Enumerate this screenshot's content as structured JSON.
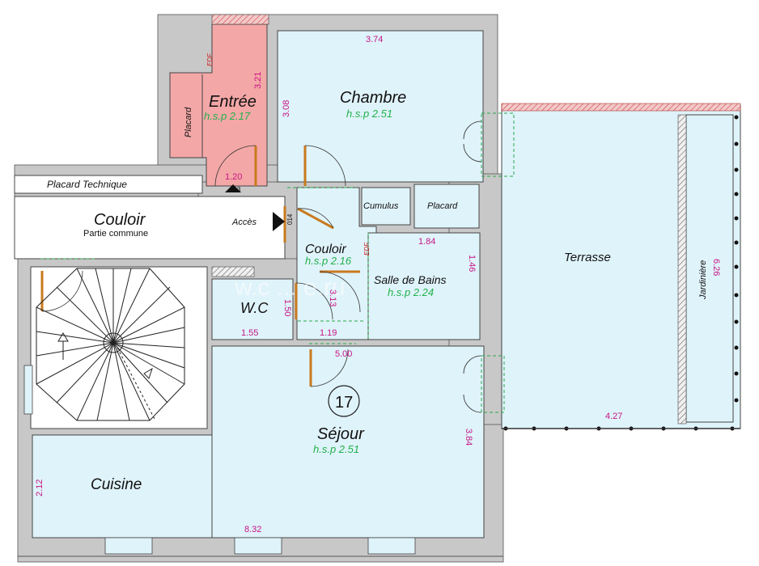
{
  "rooms": {
    "entree": {
      "name": "Entrée",
      "hsp": "h.s.p 2.17",
      "placard": "Placard",
      "edf": "EDF",
      "width_dim": "1.20",
      "height_dim": "3.21",
      "code": "013"
    },
    "chambre": {
      "name": "Chambre",
      "hsp": "h.s.p 2.51",
      "width_dim": "3.74",
      "height_dim": "3.08"
    },
    "placard_technique": {
      "name": "Placard Technique"
    },
    "couloir_commun": {
      "name": "Couloir",
      "subtitle": "Partie commune",
      "acces": "Accès",
      "code": "014"
    },
    "cumulus": {
      "name": "Cumulus"
    },
    "placard": {
      "name": "Placard"
    },
    "couloir": {
      "name": "Couloir",
      "hsp": "h.s.p 2.16",
      "edf": "EDF",
      "height_dim": "3.13",
      "width_dim": "1.19"
    },
    "salle_de_bains": {
      "name": "Salle de Bains",
      "hsp": "h.s.p 2.24",
      "width_dim": "1.84",
      "height_dim": "1.46"
    },
    "wc": {
      "name": "W.C",
      "width_dim": "1.55",
      "height_dim": "1.50"
    },
    "terrasse": {
      "name": "Terrasse",
      "width_dim": "4.27"
    },
    "jardiniere": {
      "name": "Jardinière",
      "height_dim": "6.26"
    },
    "sejour": {
      "name": "Séjour",
      "hsp": "h.s.p 2.51",
      "number": "17",
      "width_dim": "5.00",
      "height_dim": "3.84"
    },
    "cuisine": {
      "name": "Cuisine",
      "height_dim": "2.12",
      "width_dim": "8.32"
    }
  },
  "watermark": "w.c   ...   e.ru",
  "colors": {
    "room_fill": "#dff3fa",
    "entree_fill": "#f4a7a7",
    "wall_fill": "#c8c8c8",
    "door_color": "#c87a1e",
    "dimension_color": "#c71585",
    "hsp_color": "#22b14c",
    "window_color": "#2aa84a"
  }
}
